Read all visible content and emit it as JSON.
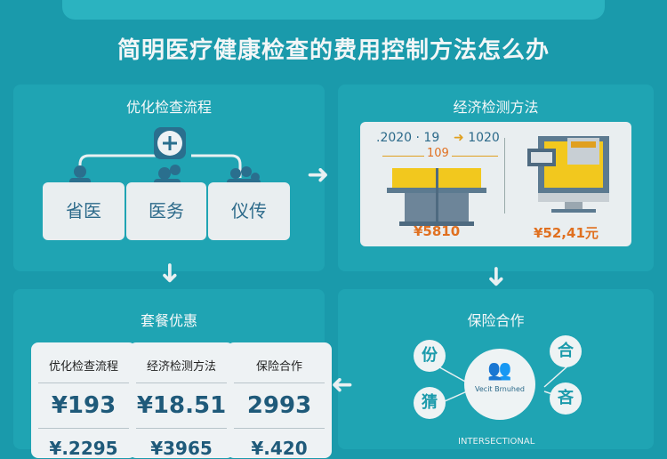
{
  "title": "简明医疗健康检查的费用控制方法怎么办",
  "panels": {
    "process": {
      "title": "优化检查流程",
      "roles": [
        "省医",
        "医务",
        "仪传"
      ]
    },
    "methods": {
      "title": "经济检测方法",
      "header_left": ".2020 · 19",
      "header_right": "1020",
      "header_mid": "109",
      "price_left": "¥5810",
      "price_right": "¥52,41元"
    },
    "packages": {
      "title": "套餐优惠",
      "cards": [
        {
          "title": "优化检查流程",
          "price": "¥193",
          "sub": "¥.2295"
        },
        {
          "title": "经济检测方法",
          "price": "¥18.51",
          "sub": "¥3965"
        },
        {
          "title": "保险合作",
          "price": "2993",
          "sub": "¥.420"
        }
      ]
    },
    "insurance": {
      "title": "保险合作",
      "center_label": "Vecit Brnuhed",
      "nodes": [
        "份",
        "合",
        "猜",
        "吝"
      ],
      "footer": "INTERSECTIONAL"
    }
  },
  "colors": {
    "bg": "#1a9aab",
    "accent": "#f2c81e",
    "price": "#e07020"
  }
}
